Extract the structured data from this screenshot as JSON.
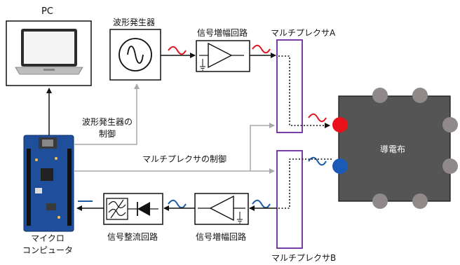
{
  "labels": {
    "pc": "PC",
    "waveform_generator": "波形発生器",
    "amp_top": "信号増幅回路",
    "mux_a": "マルチプレクサA",
    "control_wave_l1": "波形発生器の",
    "control_wave_l2": "制御",
    "conductive_cloth": "導電布",
    "control_mux": "マルチプレクサの制御",
    "micro_l1": "マイクロ",
    "micro_l2": "コンピュータ",
    "rectifier": "信号整流回路",
    "amp_bottom": "信号増幅回路",
    "mux_b": "マルチプレクサB"
  },
  "colors": {
    "red_wave": "#e0141e",
    "blue_wave": "#1a5aa8",
    "mux_border": "#6a2a9c",
    "cloth_fill": "#555555",
    "electrode_gray": "#8f8a89",
    "electrode_red": "#e8111a",
    "electrode_blue": "#1c5ab8",
    "control_line": "#a8a8a8",
    "board": "#1f4f9a"
  },
  "icons": {
    "laptop": "laptop-icon",
    "sine": "sine-wave-icon",
    "amplifier": "amplifier-triangle-icon",
    "filter": "lowpass-filter-icon",
    "diode": "diode-icon",
    "board": "microcontroller-board-icon"
  }
}
